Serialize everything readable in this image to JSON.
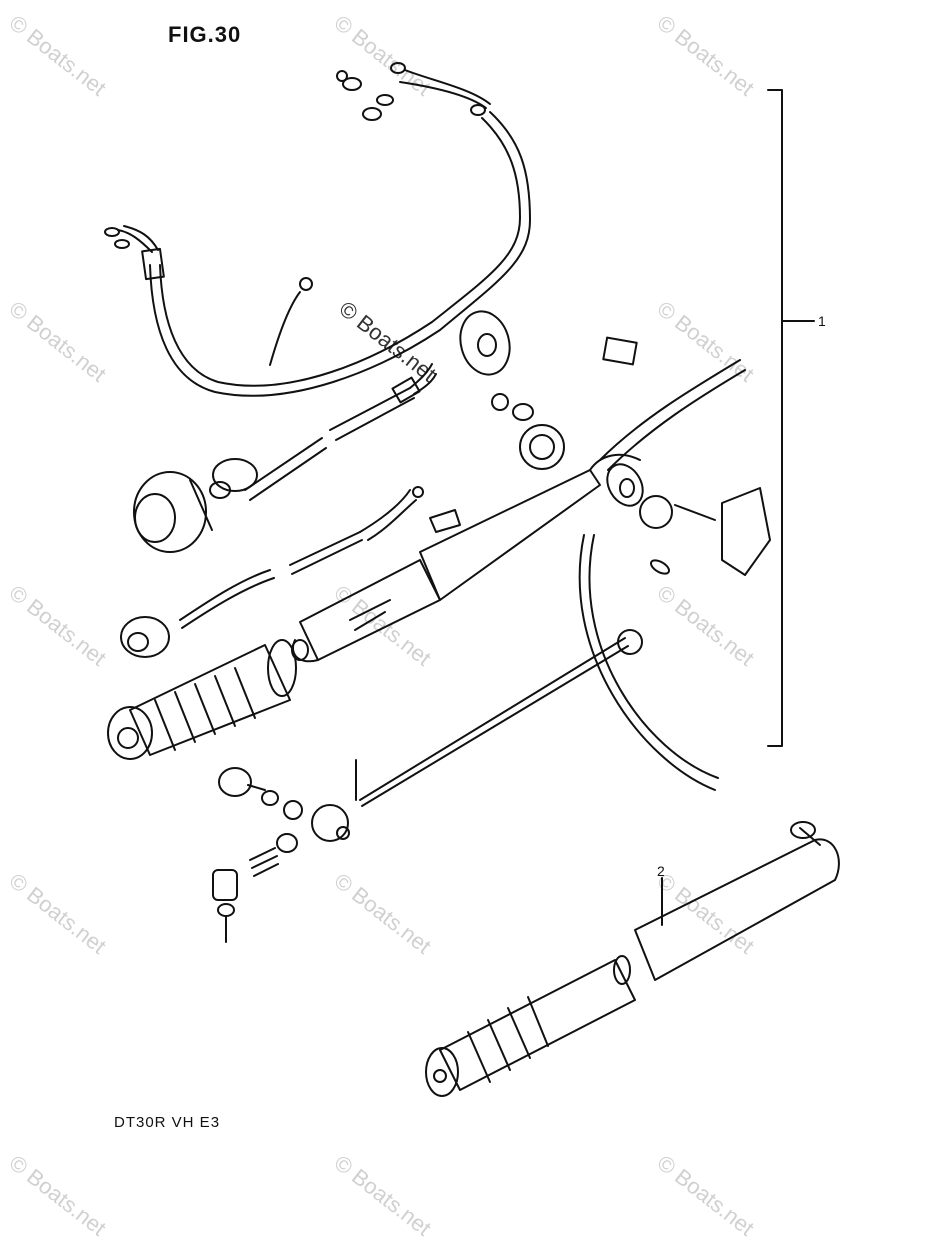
{
  "title": "FIG.30",
  "model_code": "DT30R  VH  E3",
  "callouts": {
    "ref_1": "1",
    "ref_2": "2"
  },
  "watermark": "© Boats.net",
  "center_watermark": "© Boats.net"
}
